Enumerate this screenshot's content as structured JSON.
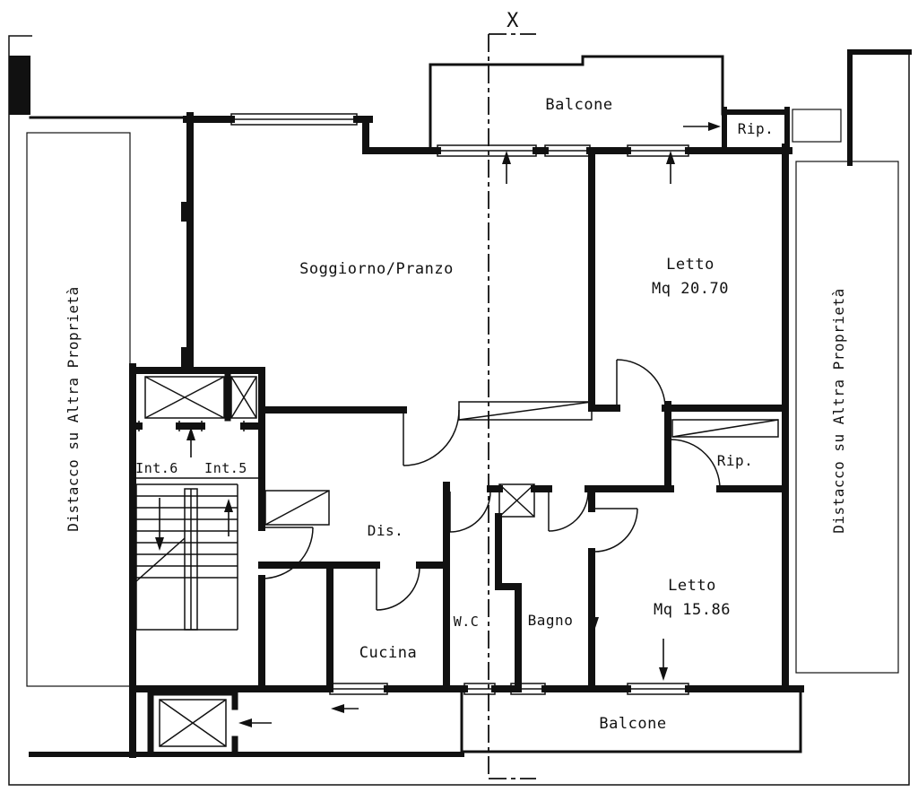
{
  "plan": {
    "section_marker": "X",
    "rooms": {
      "balcony_top": "Balcone",
      "balcony_bottom": "Balcone",
      "storage_top": "Rip.",
      "storage_mid": "Rip.",
      "living": "Soggiorno/Pranzo",
      "bedroom1": "Letto",
      "bedroom1_area": "Mq  20.70",
      "bedroom2": "Letto",
      "bedroom2_area": "Mq  15.86",
      "hall": "Dis.",
      "kitchen": "Cucina",
      "wc": "W.C",
      "bath": "Bagno"
    },
    "units": {
      "int6": "Int.6",
      "int5": "Int.5"
    },
    "setbacks": {
      "left": "Distacco su Altra Proprietà",
      "right": "Distacco su Altra Proprietà"
    }
  },
  "colors": {
    "ink": "#111111",
    "paper": "#ffffff"
  }
}
